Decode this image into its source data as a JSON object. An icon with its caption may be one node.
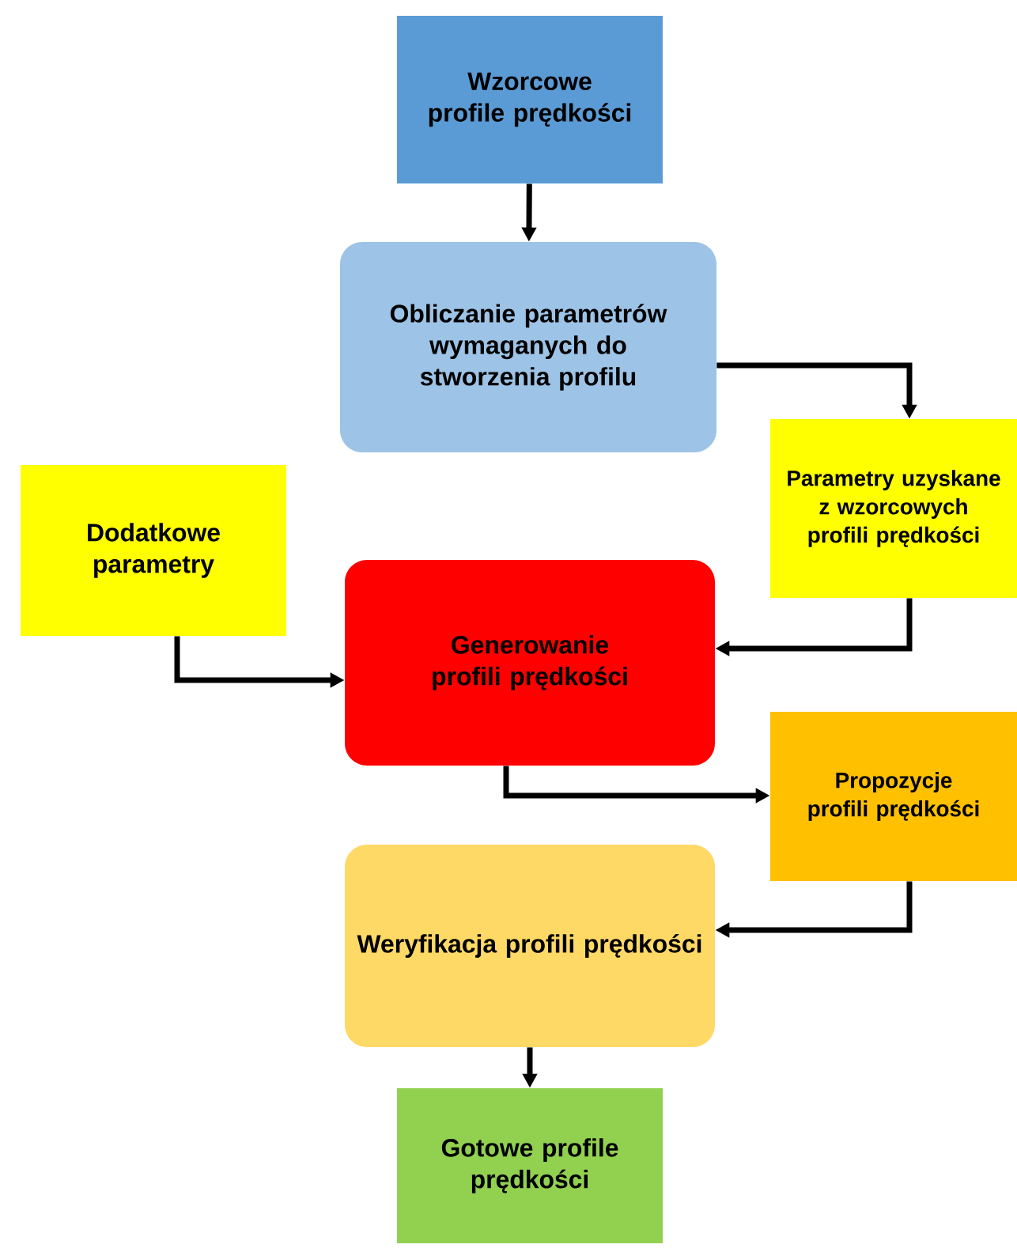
{
  "diagram": {
    "nodes": [
      {
        "text": [
          "Wzorcowe profile prędkości"
        ]
      },
      {
        "text": [
          "Obliczanie parametrów wymaganych do stworzenia profilu"
        ]
      },
      {
        "text": [
          "Parametry uzyskane z wzorcowych profili prędkości"
        ]
      },
      {
        "text": [
          "Dodatkowe parametry"
        ]
      },
      {
        "text": [
          "Generowanie profili prędkości"
        ]
      },
      {
        "text": [
          "Propozycje profili prędkości"
        ]
      },
      {
        "text": [
          "Weryfikacja profili prędkości"
        ]
      },
      {
        "text": [
          "Gotowe profile prędkości"
        ]
      }
    ],
    "edges": [
      {
        "from": 0,
        "to": 1,
        "arrow": "to"
      },
      {
        "from": 1,
        "to": 2,
        "arrow": "to"
      },
      {
        "from": 2,
        "to": 4,
        "arrow": "to"
      },
      {
        "from": 3,
        "to": 4,
        "arrow": "to"
      },
      {
        "from": 4,
        "to": 5,
        "arrow": "to"
      },
      {
        "from": 5,
        "to": 6,
        "arrow": "to"
      },
      {
        "from": 6,
        "to": 7,
        "arrow": "to"
      }
    ]
  }
}
